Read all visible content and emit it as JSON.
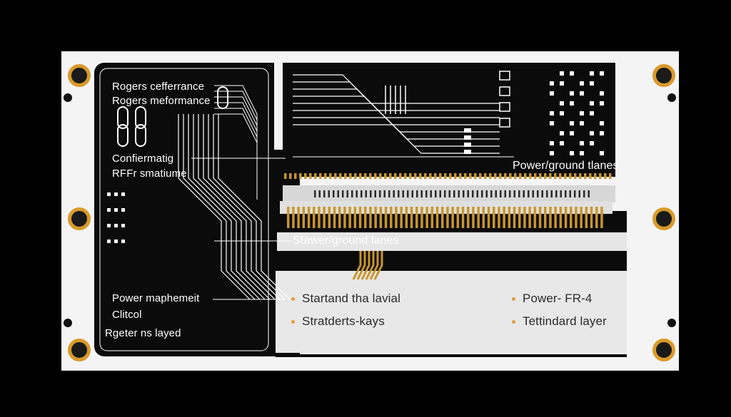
{
  "colors": {
    "board": "#f4f4f4",
    "copper": "#d99a2b",
    "dark_layer": "#0b0b0b",
    "trace": "#ffffff",
    "gold_pins": "#c8962e",
    "light_layer": "#e6e6e6",
    "bullet": "#e39a3c"
  },
  "left_labels": [
    "Rogers cefferrance",
    "Rogers meformance",
    "Confiermatig",
    "RFFr smatiume",
    "Power maphemeit",
    "Clitcol",
    "Rgeter ns layed"
  ],
  "right_labels": {
    "power_ground": "Power/ground tlanes",
    "stawer_ground": "Stawer/ground lanes"
  },
  "stack_labels": {
    "left": [
      "Startand tha lavial",
      "Stratderts-kays"
    ],
    "right": [
      "Power- FR-4",
      "Tettindard layer"
    ]
  },
  "icons": [
    "mounting-hole-icon",
    "via-icon"
  ]
}
